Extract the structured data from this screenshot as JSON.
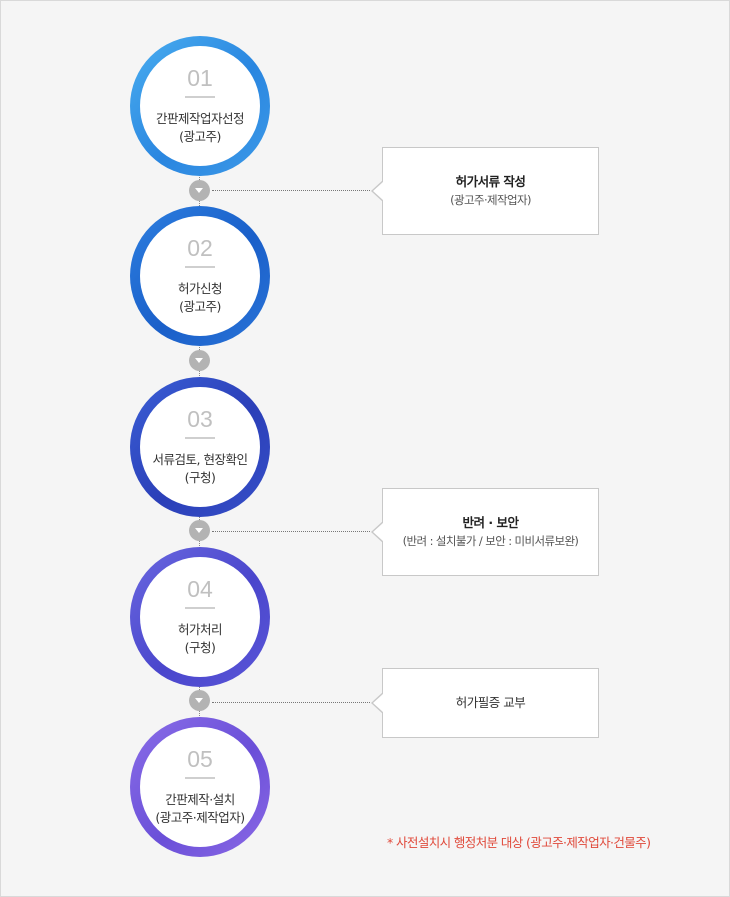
{
  "steps": [
    {
      "num": "01",
      "title": "간판제작업자선정",
      "sub": "(광고주)"
    },
    {
      "num": "02",
      "title": "허가신청",
      "sub": "(광고주)"
    },
    {
      "num": "03",
      "title": "서류검토, 현장확인",
      "sub": "(구청)"
    },
    {
      "num": "04",
      "title": "허가처리",
      "sub": "(구청)"
    },
    {
      "num": "05",
      "title": "간판제작·설치",
      "sub": "(광고주·제작업자)"
    }
  ],
  "callouts": [
    {
      "title": "허가서류 작성",
      "sub": "(광고주·제작업자)"
    },
    {
      "title": "반려 · 보안",
      "sub": "(반려 : 설치불가 / 보안 : 미비서류보완)"
    },
    {
      "title": "허가필증 교부"
    }
  ],
  "note": "* 사전설치시 행정처분 대상 (광고주·제작업자·건물주)",
  "colors": {
    "step1": "#3a9ae8",
    "step2": "#1f68d0",
    "step3": "#2f46bf",
    "step4": "#524ed2",
    "step5": "#7a5ce0",
    "arrow": "#b3b3b3",
    "note": "#e0493a"
  }
}
